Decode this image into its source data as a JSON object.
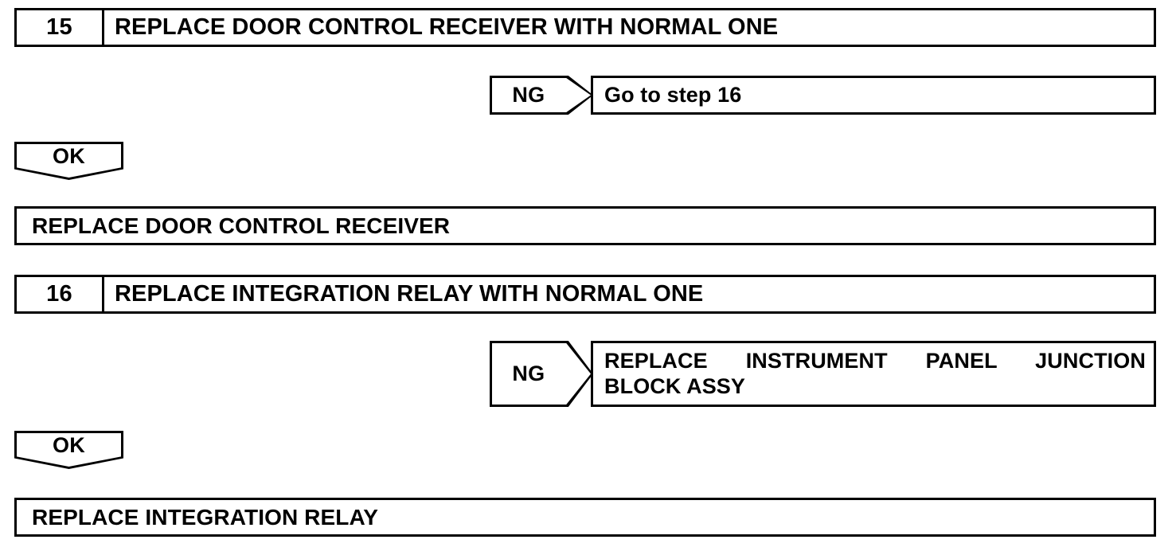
{
  "diagram": {
    "title": "Troubleshooting flowchart steps 15-16",
    "line_color": "#000000",
    "background_color": "#ffffff"
  },
  "steps": [
    {
      "number": "15",
      "instruction": "REPLACE DOOR CONTROL RECEIVER WITH NORMAL ONE",
      "ng": {
        "tag": "NG",
        "result_line1": "Go to step 16",
        "result_line2": ""
      },
      "ok": {
        "tag": "OK",
        "result": "REPLACE DOOR CONTROL RECEIVER"
      }
    },
    {
      "number": "16",
      "instruction": "REPLACE INTEGRATION RELAY WITH NORMAL ONE",
      "ng": {
        "tag": "NG",
        "result_line1": "REPLACE INSTRUMENT PANEL JUNCTION",
        "result_line2": "BLOCK ASSY"
      },
      "ok": {
        "tag": "OK",
        "result": "REPLACE INTEGRATION RELAY"
      }
    }
  ]
}
